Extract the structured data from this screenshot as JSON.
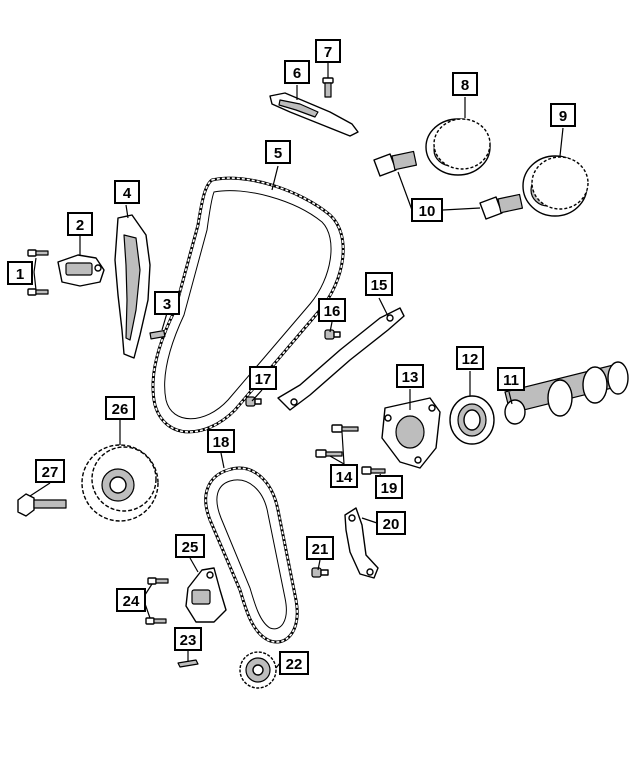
{
  "diagram": {
    "callouts": [
      {
        "id": "1",
        "label": "1"
      },
      {
        "id": "2",
        "label": "2"
      },
      {
        "id": "3",
        "label": "3"
      },
      {
        "id": "4",
        "label": "4"
      },
      {
        "id": "5",
        "label": "5"
      },
      {
        "id": "6",
        "label": "6"
      },
      {
        "id": "7",
        "label": "7"
      },
      {
        "id": "8",
        "label": "8"
      },
      {
        "id": "9",
        "label": "9"
      },
      {
        "id": "10",
        "label": "10"
      },
      {
        "id": "11",
        "label": "11"
      },
      {
        "id": "12",
        "label": "12"
      },
      {
        "id": "13",
        "label": "13"
      },
      {
        "id": "14",
        "label": "14"
      },
      {
        "id": "15",
        "label": "15"
      },
      {
        "id": "16",
        "label": "16"
      },
      {
        "id": "17",
        "label": "17"
      },
      {
        "id": "18",
        "label": "18"
      },
      {
        "id": "19",
        "label": "19"
      },
      {
        "id": "20",
        "label": "20"
      },
      {
        "id": "21",
        "label": "21"
      },
      {
        "id": "22",
        "label": "22"
      },
      {
        "id": "23",
        "label": "23"
      },
      {
        "id": "24",
        "label": "24"
      },
      {
        "id": "25",
        "label": "25"
      },
      {
        "id": "26",
        "label": "26"
      },
      {
        "id": "27",
        "label": "27"
      }
    ]
  }
}
